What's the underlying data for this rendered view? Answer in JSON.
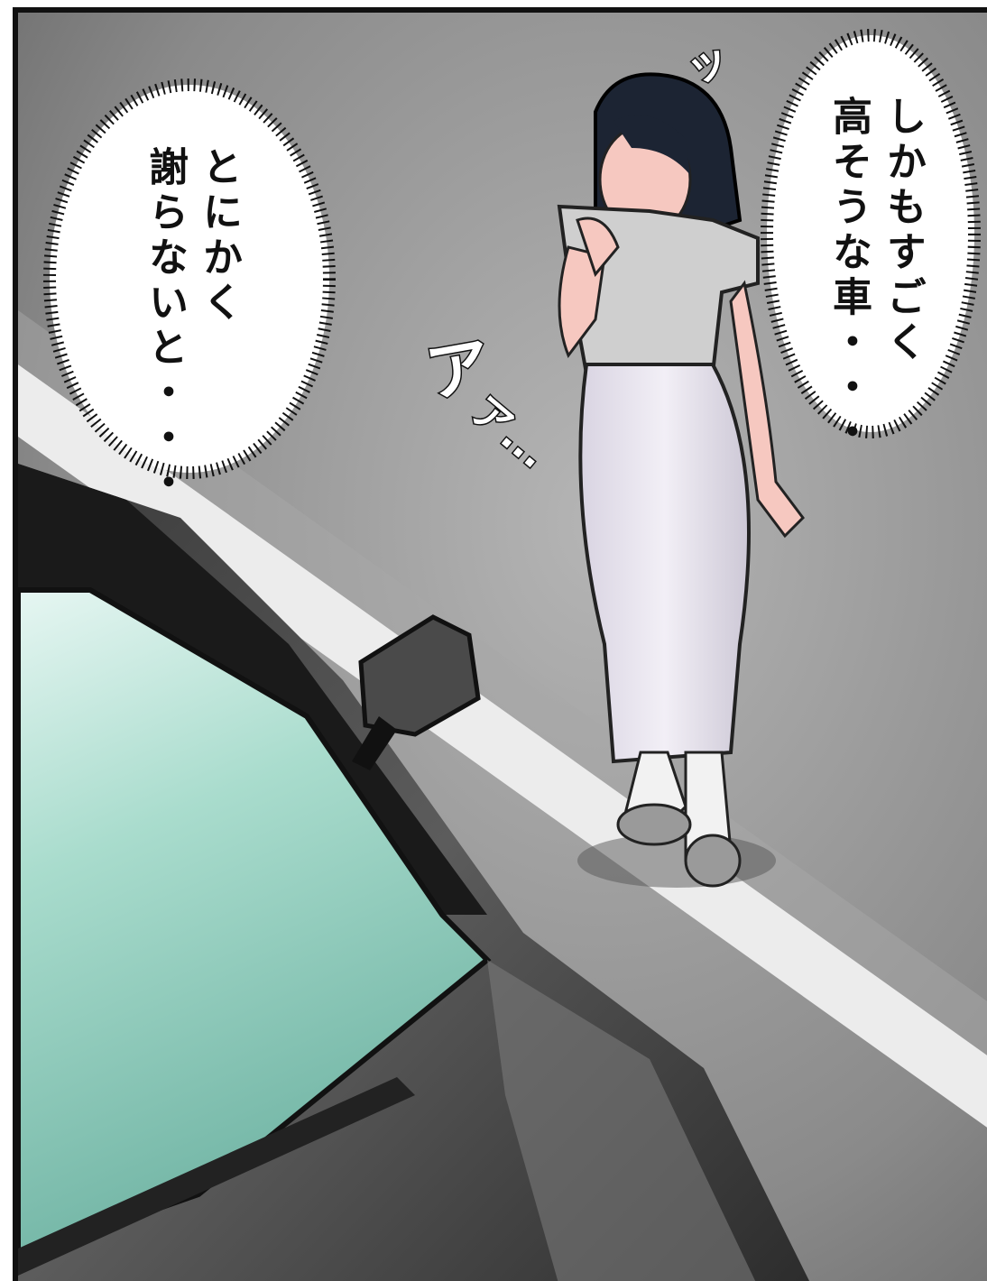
{
  "bubbles": {
    "right": {
      "line1": "しかもすごく",
      "line2": "高そうな車・・・"
    },
    "left": {
      "line1": "とにかく",
      "line2": "謝らないと・・・"
    }
  },
  "sfx": {
    "gasp": "ア",
    "sweat": "ア...",
    "tsu": "ッ"
  },
  "colors": {
    "ground": "#8c8c8c",
    "road_line": "#e6e6e6",
    "car_body": "#2a2a2a",
    "windshield": "#9fd4c6",
    "dress": "#e8e4ee",
    "top": "#cfcfcf",
    "hair": "#1c2433",
    "skin": "#f6c8c0"
  }
}
